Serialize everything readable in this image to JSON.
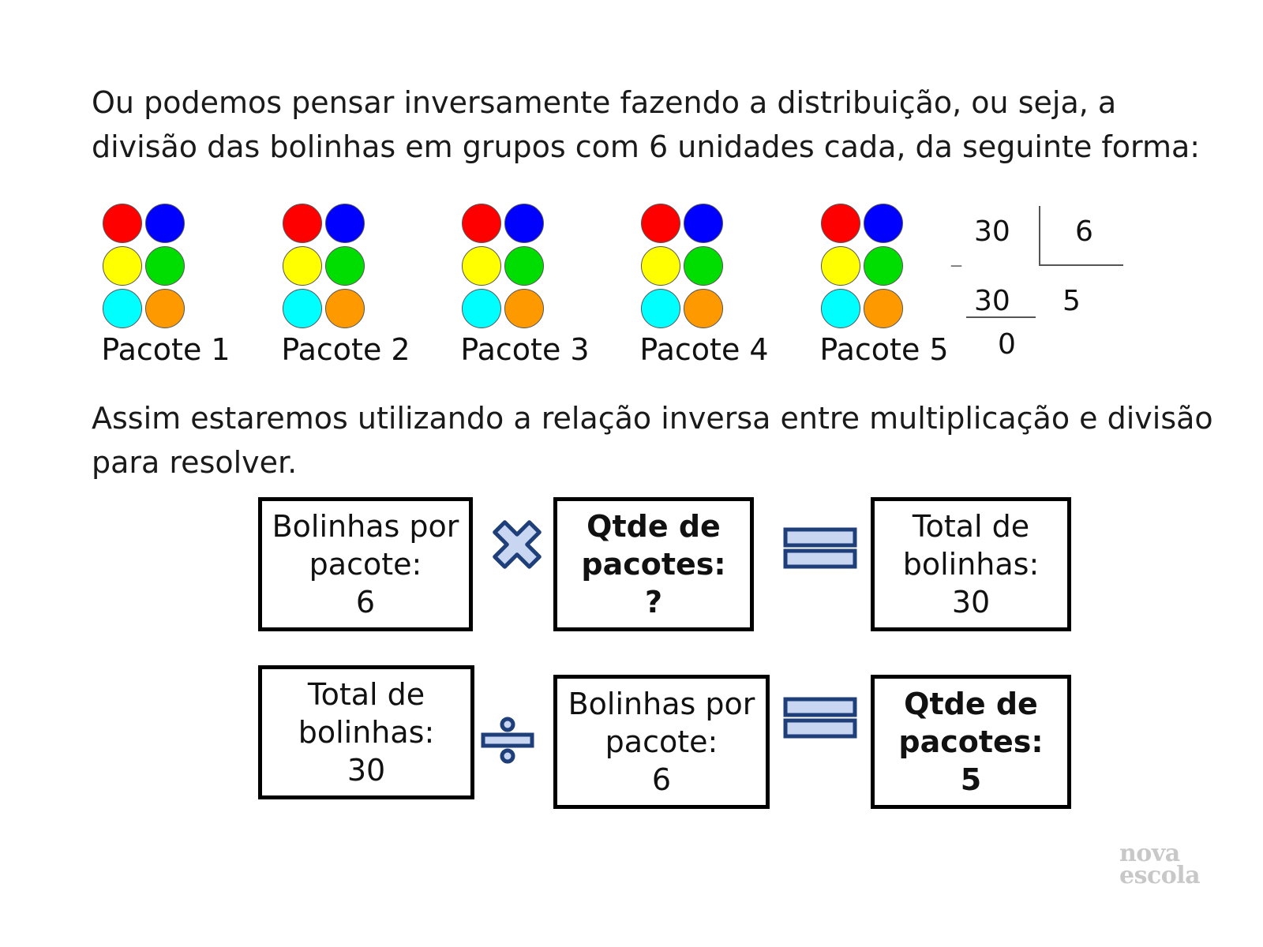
{
  "intro_text": "Ou podemos pensar inversamente fazendo a distribuição, ou seja, a divisão das bolinhas em grupos com 6 unidades cada, da seguinte forma:",
  "ball_colors": [
    "#ff0000",
    "#0000ff",
    "#ffff00",
    "#00dd00",
    "#00ffff",
    "#ff9900"
  ],
  "packages": [
    {
      "label": "Pacote 1"
    },
    {
      "label": "Pacote 2"
    },
    {
      "label": "Pacote 3"
    },
    {
      "label": "Pacote 4"
    },
    {
      "label": "Pacote 5"
    }
  ],
  "long_division": {
    "dividend": "30",
    "divisor": "6",
    "subtrahend": "30",
    "quotient": "5",
    "remainder": "0",
    "minus_sign": "_"
  },
  "conclusion_text": "Assim estaremos utilizando a relação inversa entre multiplicação e divisão para resolver.",
  "equation_1": {
    "box1": [
      "Bolinhas por",
      "pacote:",
      "6"
    ],
    "operator": "multiply-icon",
    "box2": [
      "Qtde de",
      "pacotes:",
      "?"
    ],
    "equals": "equals-icon",
    "box3": [
      "Total de",
      "bolinhas:",
      "30"
    ]
  },
  "equation_2": {
    "box1": [
      "Total de",
      "bolinhas:",
      "30"
    ],
    "operator": "divide-icon",
    "box2": [
      "Bolinhas por",
      "pacote:",
      "6"
    ],
    "equals": "equals-icon",
    "box3": [
      "Qtde de",
      "pacotes:",
      "5"
    ]
  },
  "logo": {
    "line1": "nova",
    "line2": "escola"
  },
  "colors": {
    "symbol_fill": "#c9d6f2",
    "symbol_stroke": "#1f3f7a"
  }
}
